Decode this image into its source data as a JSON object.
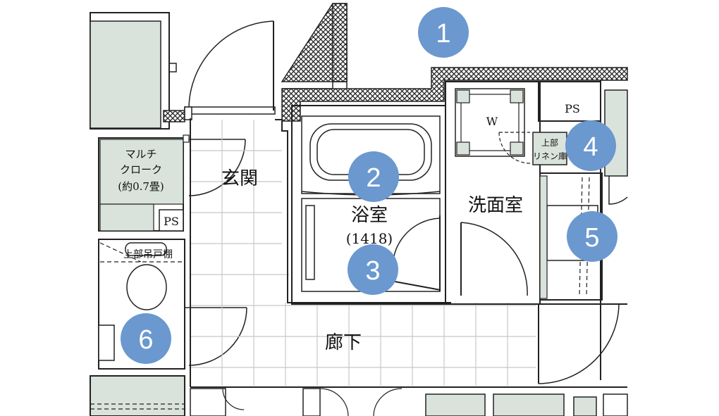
{
  "rooms": {
    "entrance": "玄関",
    "bathroom": "浴室",
    "bathroom_size": "(1418)",
    "washroom": "洗面室",
    "hallway": "廊下",
    "closet_line1": "マルチ",
    "closet_line2": "クローク",
    "closet_line3": "(約0.7畳)"
  },
  "labels": {
    "ps_top": "PS",
    "ps_left": "PS",
    "washer": "W",
    "linen_line1": "上部",
    "linen_line2": "リネン庫",
    "upper_cabinet": "上部吊戸棚"
  },
  "markers": [
    "1",
    "2",
    "3",
    "4",
    "5",
    "6"
  ],
  "colors": {
    "marker": "#6b98cf",
    "fixture_fill": "#d9e3dc",
    "wall": "#222222",
    "grid": "#c8c8c8"
  }
}
